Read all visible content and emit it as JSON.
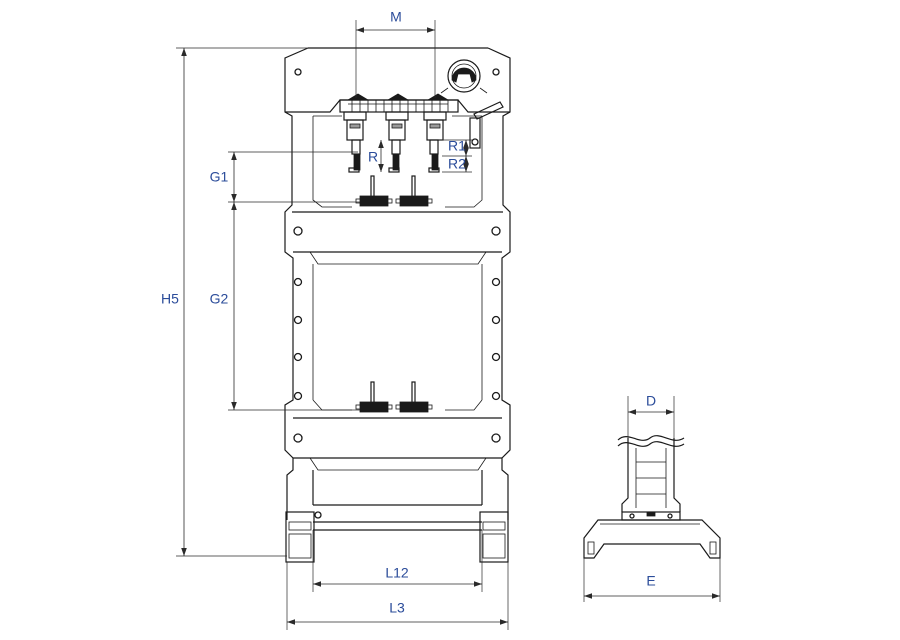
{
  "colors": {
    "label": "#2b4c9a",
    "line": "#1a1a1a"
  },
  "labels": {
    "M": "M",
    "R": "R",
    "R1": "R1",
    "R2": "R2",
    "G1": "G1",
    "G2": "G2",
    "H5": "H5",
    "L12": "L12",
    "L3": "L3",
    "D": "D",
    "E": "E"
  }
}
